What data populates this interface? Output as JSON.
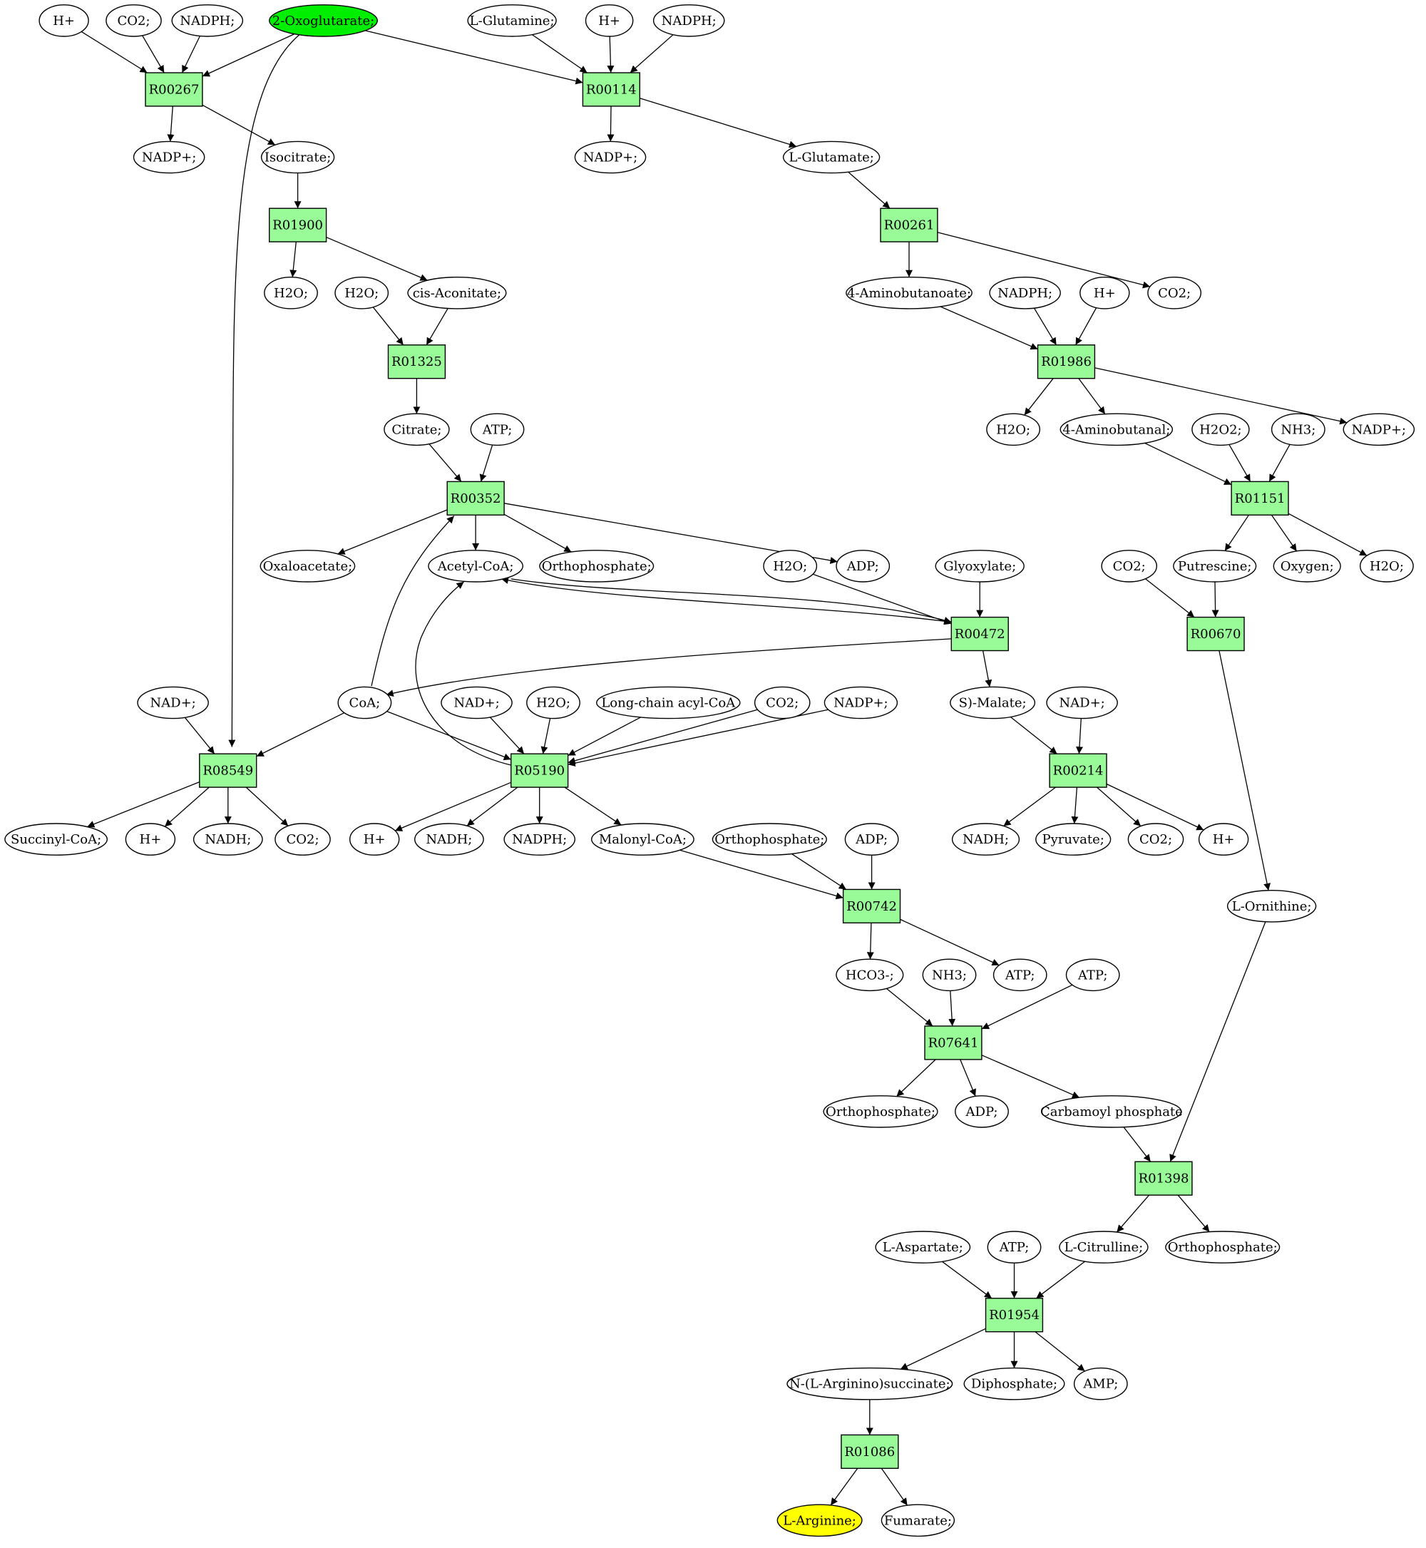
{
  "colors": {
    "reaction": "#98fb98",
    "source": "#00ee00",
    "target": "#ffff00",
    "stroke": "#000000",
    "background": "#ffffff"
  },
  "nodes": [
    {
      "id": "m1",
      "label": "H+",
      "kind": "compound"
    },
    {
      "id": "m2",
      "label": "CO2;",
      "kind": "compound"
    },
    {
      "id": "m3",
      "label": "NADPH;",
      "kind": "compound"
    },
    {
      "id": "m4",
      "label": "2-Oxoglutarate;",
      "kind": "compound",
      "role": "source"
    },
    {
      "id": "m5",
      "label": "L-Glutamine;",
      "kind": "compound"
    },
    {
      "id": "m6",
      "label": "H+",
      "kind": "compound"
    },
    {
      "id": "m7",
      "label": "NADPH;",
      "kind": "compound"
    },
    {
      "id": "r1",
      "label": "R00267",
      "kind": "reaction"
    },
    {
      "id": "r2",
      "label": "R00114",
      "kind": "reaction"
    },
    {
      "id": "m8",
      "label": "NADP+;",
      "kind": "compound"
    },
    {
      "id": "m9",
      "label": "Isocitrate;",
      "kind": "compound"
    },
    {
      "id": "m10",
      "label": "NADP+;",
      "kind": "compound"
    },
    {
      "id": "m11",
      "label": "L-Glutamate;",
      "kind": "compound"
    },
    {
      "id": "r3",
      "label": "R01900",
      "kind": "reaction"
    },
    {
      "id": "r4",
      "label": "R00261",
      "kind": "reaction"
    },
    {
      "id": "m12",
      "label": "H2O;",
      "kind": "compound"
    },
    {
      "id": "m13",
      "label": "H2O;",
      "kind": "compound"
    },
    {
      "id": "m14",
      "label": "cis-Aconitate;",
      "kind": "compound"
    },
    {
      "id": "m15",
      "label": "4-Aminobutanoate;",
      "kind": "compound"
    },
    {
      "id": "m16",
      "label": "NADPH;",
      "kind": "compound"
    },
    {
      "id": "m17",
      "label": "H+",
      "kind": "compound"
    },
    {
      "id": "m18",
      "label": "CO2;",
      "kind": "compound"
    },
    {
      "id": "r5",
      "label": "R01325",
      "kind": "reaction"
    },
    {
      "id": "r6",
      "label": "R01986",
      "kind": "reaction"
    },
    {
      "id": "m19",
      "label": "Citrate;",
      "kind": "compound"
    },
    {
      "id": "m20",
      "label": "ATP;",
      "kind": "compound"
    },
    {
      "id": "m21",
      "label": "H2O;",
      "kind": "compound"
    },
    {
      "id": "m22",
      "label": "4-Aminobutanal;",
      "kind": "compound"
    },
    {
      "id": "m23",
      "label": "H2O2;",
      "kind": "compound"
    },
    {
      "id": "m24",
      "label": "NH3;",
      "kind": "compound"
    },
    {
      "id": "m25",
      "label": "NADP+;",
      "kind": "compound"
    },
    {
      "id": "r7",
      "label": "R00352",
      "kind": "reaction"
    },
    {
      "id": "r8",
      "label": "R01151",
      "kind": "reaction"
    },
    {
      "id": "m26",
      "label": "Oxaloacetate;",
      "kind": "compound"
    },
    {
      "id": "m27",
      "label": "Acetyl-CoA;",
      "kind": "compound"
    },
    {
      "id": "m28",
      "label": "Orthophosphate;",
      "kind": "compound"
    },
    {
      "id": "m29",
      "label": "H2O;",
      "kind": "compound"
    },
    {
      "id": "m30",
      "label": "ADP;",
      "kind": "compound"
    },
    {
      "id": "m31",
      "label": "Glyoxylate;",
      "kind": "compound"
    },
    {
      "id": "m32",
      "label": "CO2;",
      "kind": "compound"
    },
    {
      "id": "m33",
      "label": "Putrescine;",
      "kind": "compound"
    },
    {
      "id": "m34",
      "label": "Oxygen;",
      "kind": "compound"
    },
    {
      "id": "m35",
      "label": "H2O;",
      "kind": "compound"
    },
    {
      "id": "r9",
      "label": "R00472",
      "kind": "reaction"
    },
    {
      "id": "r10",
      "label": "R00670",
      "kind": "reaction"
    },
    {
      "id": "m36",
      "label": "NAD+;",
      "kind": "compound"
    },
    {
      "id": "m37",
      "label": "CoA;",
      "kind": "compound"
    },
    {
      "id": "m38",
      "label": "NAD+;",
      "kind": "compound"
    },
    {
      "id": "m39",
      "label": "H2O;",
      "kind": "compound"
    },
    {
      "id": "m40",
      "label": "Long-chain acyl-CoA",
      "kind": "compound"
    },
    {
      "id": "m41",
      "label": "CO2;",
      "kind": "compound"
    },
    {
      "id": "m42",
      "label": "NADP+;",
      "kind": "compound"
    },
    {
      "id": "m43",
      "label": "S)-Malate;",
      "kind": "compound"
    },
    {
      "id": "m44",
      "label": "NAD+;",
      "kind": "compound"
    },
    {
      "id": "r11",
      "label": "R08549",
      "kind": "reaction"
    },
    {
      "id": "r12",
      "label": "R05190",
      "kind": "reaction"
    },
    {
      "id": "r13",
      "label": "R00214",
      "kind": "reaction"
    },
    {
      "id": "m45",
      "label": "Succinyl-CoA;",
      "kind": "compound"
    },
    {
      "id": "m46",
      "label": "H+",
      "kind": "compound"
    },
    {
      "id": "m47",
      "label": "NADH;",
      "kind": "compound"
    },
    {
      "id": "m48",
      "label": "CO2;",
      "kind": "compound"
    },
    {
      "id": "m49",
      "label": "H+",
      "kind": "compound"
    },
    {
      "id": "m50",
      "label": "NADH;",
      "kind": "compound"
    },
    {
      "id": "m51",
      "label": "NADPH;",
      "kind": "compound"
    },
    {
      "id": "m52",
      "label": "Malonyl-CoA;",
      "kind": "compound"
    },
    {
      "id": "m53",
      "label": "Orthophosphate;",
      "kind": "compound"
    },
    {
      "id": "m54",
      "label": "ADP;",
      "kind": "compound"
    },
    {
      "id": "m55",
      "label": "NADH;",
      "kind": "compound"
    },
    {
      "id": "m56",
      "label": "Pyruvate;",
      "kind": "compound"
    },
    {
      "id": "m57",
      "label": "CO2;",
      "kind": "compound"
    },
    {
      "id": "m58",
      "label": "H+",
      "kind": "compound"
    },
    {
      "id": "r14",
      "label": "R00742",
      "kind": "reaction"
    },
    {
      "id": "m59",
      "label": "L-Ornithine;",
      "kind": "compound"
    },
    {
      "id": "m60",
      "label": "HCO3-;",
      "kind": "compound"
    },
    {
      "id": "m61",
      "label": "NH3;",
      "kind": "compound"
    },
    {
      "id": "m62",
      "label": "ATP;",
      "kind": "compound"
    },
    {
      "id": "m63",
      "label": "ATP;",
      "kind": "compound"
    },
    {
      "id": "r15",
      "label": "R07641",
      "kind": "reaction"
    },
    {
      "id": "m64",
      "label": "Orthophosphate;",
      "kind": "compound"
    },
    {
      "id": "m65",
      "label": "ADP;",
      "kind": "compound"
    },
    {
      "id": "m66",
      "label": "Carbamoyl phosphate",
      "kind": "compound"
    },
    {
      "id": "r16",
      "label": "R01398",
      "kind": "reaction"
    },
    {
      "id": "m67",
      "label": "L-Aspartate;",
      "kind": "compound"
    },
    {
      "id": "m68",
      "label": "ATP;",
      "kind": "compound"
    },
    {
      "id": "m69",
      "label": "L-Citrulline;",
      "kind": "compound"
    },
    {
      "id": "m70",
      "label": "Orthophosphate;",
      "kind": "compound"
    },
    {
      "id": "r17",
      "label": "R01954",
      "kind": "reaction"
    },
    {
      "id": "m71",
      "label": "N-(L-Arginino)succinate;",
      "kind": "compound"
    },
    {
      "id": "m72",
      "label": "Diphosphate;",
      "kind": "compound"
    },
    {
      "id": "m73",
      "label": "AMP;",
      "kind": "compound"
    },
    {
      "id": "r18",
      "label": "R01086",
      "kind": "reaction"
    },
    {
      "id": "m74",
      "label": "L-Arginine;",
      "kind": "compound",
      "role": "target"
    },
    {
      "id": "m75",
      "label": "Fumarate;",
      "kind": "compound"
    }
  ],
  "edges": [
    [
      "m1",
      "r1"
    ],
    [
      "m2",
      "r1"
    ],
    [
      "m3",
      "r1"
    ],
    [
      "m4",
      "r1"
    ],
    [
      "m4",
      "r11"
    ],
    [
      "m4",
      "r2"
    ],
    [
      "m5",
      "r2"
    ],
    [
      "m6",
      "r2"
    ],
    [
      "m7",
      "r2"
    ],
    [
      "r1",
      "m8"
    ],
    [
      "r1",
      "m9"
    ],
    [
      "r2",
      "m10"
    ],
    [
      "r2",
      "m11"
    ],
    [
      "m9",
      "r3"
    ],
    [
      "m11",
      "r4"
    ],
    [
      "r3",
      "m12"
    ],
    [
      "r3",
      "m14"
    ],
    [
      "r4",
      "m15"
    ],
    [
      "r4",
      "m18"
    ],
    [
      "m13",
      "r5"
    ],
    [
      "m14",
      "r5"
    ],
    [
      "m15",
      "r6"
    ],
    [
      "m16",
      "r6"
    ],
    [
      "m17",
      "r6"
    ],
    [
      "r5",
      "m19"
    ],
    [
      "r6",
      "m21"
    ],
    [
      "r6",
      "m22"
    ],
    [
      "r6",
      "m25"
    ],
    [
      "m19",
      "r7"
    ],
    [
      "m20",
      "r7"
    ],
    [
      "m22",
      "r8"
    ],
    [
      "m23",
      "r8"
    ],
    [
      "m24",
      "r8"
    ],
    [
      "r7",
      "m26"
    ],
    [
      "r7",
      "m27"
    ],
    [
      "r7",
      "m28"
    ],
    [
      "r7",
      "m30"
    ],
    [
      "r8",
      "m33"
    ],
    [
      "r8",
      "m34"
    ],
    [
      "r8",
      "m35"
    ],
    [
      "m29",
      "r9"
    ],
    [
      "m31",
      "r9"
    ],
    [
      "m27",
      "r9"
    ],
    [
      "r9",
      "m27"
    ],
    [
      "r9",
      "m37"
    ],
    [
      "r9",
      "m43"
    ],
    [
      "m32",
      "r10"
    ],
    [
      "m33",
      "r10"
    ],
    [
      "r10",
      "m59"
    ],
    [
      "m37",
      "r7"
    ],
    [
      "m37",
      "r11"
    ],
    [
      "m37",
      "r12"
    ],
    [
      "m36",
      "r11"
    ],
    [
      "m38",
      "r12"
    ],
    [
      "m39",
      "r12"
    ],
    [
      "m40",
      "r12"
    ],
    [
      "m41",
      "r12"
    ],
    [
      "m42",
      "r12"
    ],
    [
      "r12",
      "m27"
    ],
    [
      "m43",
      "r13"
    ],
    [
      "m44",
      "r13"
    ],
    [
      "r11",
      "m45"
    ],
    [
      "r11",
      "m46"
    ],
    [
      "r11",
      "m47"
    ],
    [
      "r11",
      "m48"
    ],
    [
      "r12",
      "m49"
    ],
    [
      "r12",
      "m50"
    ],
    [
      "r12",
      "m51"
    ],
    [
      "r12",
      "m52"
    ],
    [
      "r13",
      "m55"
    ],
    [
      "r13",
      "m56"
    ],
    [
      "r13",
      "m57"
    ],
    [
      "r13",
      "m58"
    ],
    [
      "m52",
      "r14"
    ],
    [
      "m53",
      "r14"
    ],
    [
      "m54",
      "r14"
    ],
    [
      "r14",
      "m60"
    ],
    [
      "r14",
      "m62"
    ],
    [
      "m60",
      "r15"
    ],
    [
      "m61",
      "r15"
    ],
    [
      "m63",
      "r15"
    ],
    [
      "r15",
      "m64"
    ],
    [
      "r15",
      "m65"
    ],
    [
      "r15",
      "m66"
    ],
    [
      "m66",
      "r16"
    ],
    [
      "m59",
      "r16"
    ],
    [
      "r16",
      "m69"
    ],
    [
      "r16",
      "m70"
    ],
    [
      "m67",
      "r17"
    ],
    [
      "m68",
      "r17"
    ],
    [
      "m69",
      "r17"
    ],
    [
      "r17",
      "m71"
    ],
    [
      "r17",
      "m72"
    ],
    [
      "r17",
      "m73"
    ],
    [
      "m71",
      "r18"
    ],
    [
      "r18",
      "m74"
    ],
    [
      "r18",
      "m75"
    ]
  ]
}
